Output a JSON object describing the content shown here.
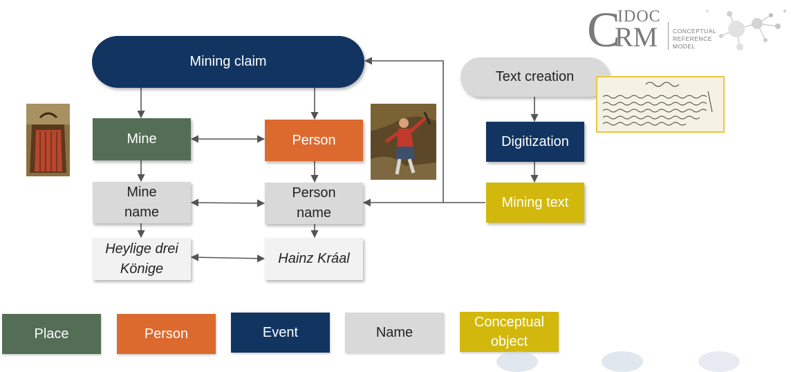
{
  "nodes": {
    "mining_claim": "Mining claim",
    "mine": "Mine",
    "person": "Person",
    "mine_name_line1": "Mine",
    "mine_name_line2": "name",
    "person_name_line1": "Person",
    "person_name_line2": "name",
    "mine_value_line1": "Heylige drei",
    "mine_value_line2": "Könige",
    "person_value": "Hainz Kráal",
    "text_creation": "Text creation",
    "digitization": "Digitization",
    "mining_text": "Mining text"
  },
  "legend": {
    "place": "Place",
    "person": "Person",
    "event": "Event",
    "name": "Name",
    "conceptual_line1": "Conceptual",
    "conceptual_line2": "object"
  },
  "logo": {
    "big_c": "C",
    "idoc": "IDOC",
    "rm": "RM",
    "line1": "CONCEPTUAL",
    "line2": "REFERENCE",
    "line3": "MODEL"
  },
  "colors": {
    "place": "#536e55",
    "person": "#dc6a2e",
    "event": "#123461",
    "name": "#d9d9d9",
    "value": "#f2f2f2",
    "conceptual_object": "#d2b80c",
    "arrow": "#555555"
  }
}
